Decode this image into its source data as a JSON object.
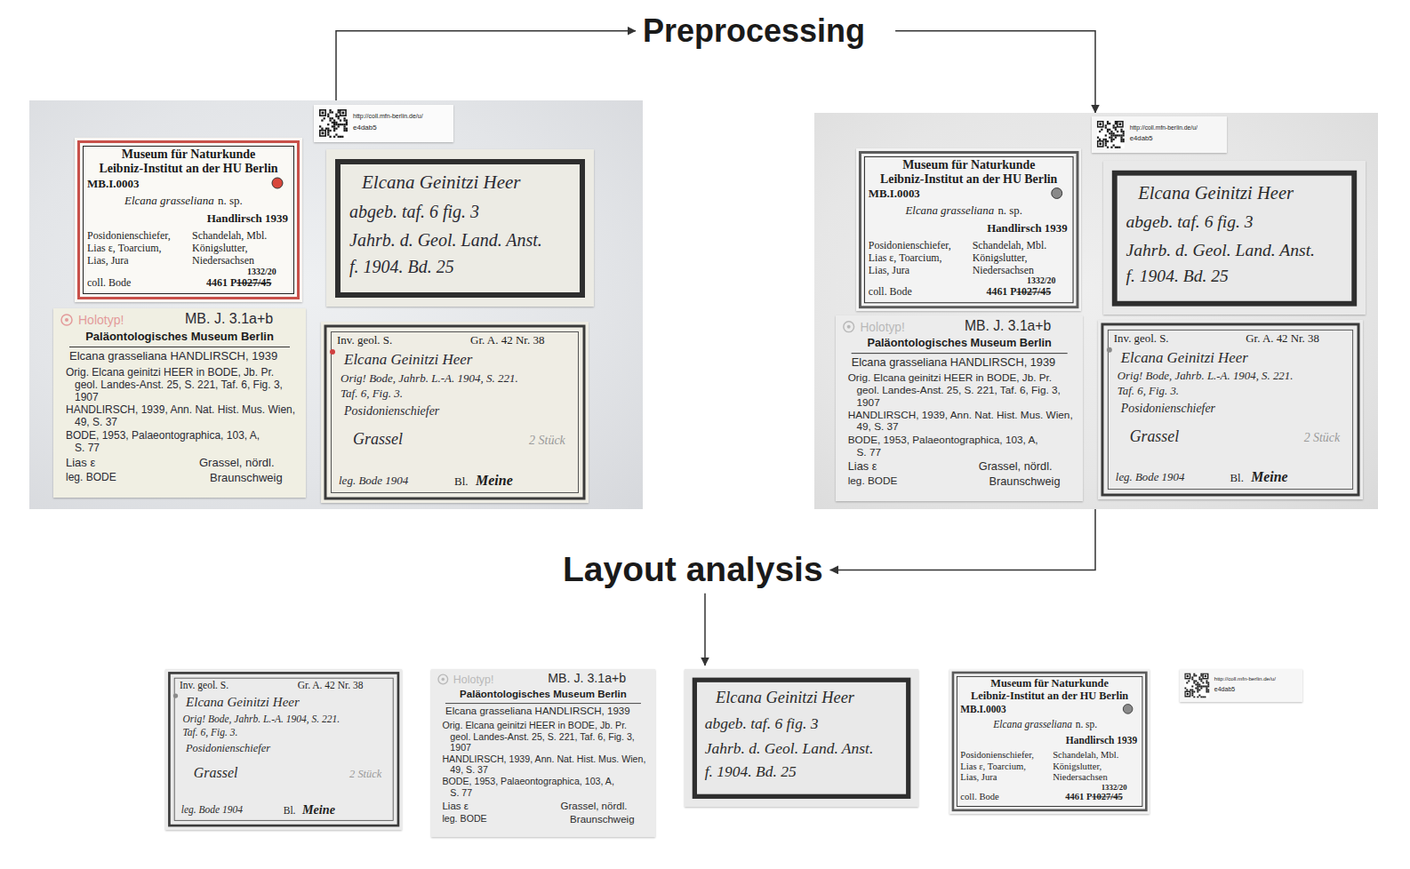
{
  "diagram": {
    "nodes": [
      {
        "text": []
      },
      {
        "text": [
          "http://coll.mfn-berlin.de/u/",
          "e4dab5"
        ],
        "in": 0
      },
      {
        "text": [
          "Museum für Naturkunde",
          "Leibniz-Institut an der HU Berlin",
          "MB.I.0003",
          "Elcana grasseliana",
          "n. sp.",
          "Handlirsch 1939",
          "Posidonienschiefer,",
          "Lias ε, Toarcium,",
          "Lias, Jura",
          "Schandelah, Mbl.",
          "Königslutter,",
          "Niedersachsen",
          "coll. Bode",
          "1332/20",
          "4461 P",
          "1027/45"
        ],
        "in": 0
      },
      {
        "text": [
          "Elcana Geinitzi Heer",
          "abgeb. taf. 6 fig. 3",
          "Jahrb. d. Geol. Land. Anst.",
          "f. 1904. Bd. 25"
        ],
        "in": 0
      },
      {
        "text": [
          "Holotyp!",
          "MB. J. 3.1a+b",
          "Paläontologisches Museum Berlin",
          "Elcana grasseliana HANDLIRSCH, 1939",
          "Orig. Elcana geinitzi HEER in BODE, Jb. Pr.",
          "geol. Landes-Anst. 25, S. 221, Taf. 6, Fig. 3,",
          "1907",
          "HANDLIRSCH, 1939, Ann. Nat. Hist. Mus. Wien,",
          "49, S. 37",
          "BODE, 1953, Palaeontographica, 103, A,",
          "S. 77",
          "Lias ε",
          "leg. BODE",
          "Grassel, nördl.",
          "Braunschweig"
        ],
        "in": 0
      },
      {
        "text": [
          "Inv. geol. S.",
          "Gr. A. 42 Nr. 38",
          "Elcana Geinitzi Heer",
          "Orig! Bode, Jahrb. L.-A. 1904, S. 221.",
          "Taf. 6, Fig. 3.",
          "Posidonienschiefer",
          "Grassel",
          "2 Stück",
          "leg. Bode 1904",
          "Bl.",
          "Meine"
        ],
        "in": 0
      },
      {
        "text": [
          "Preprocessing"
        ]
      },
      {
        "text": []
      },
      {
        "text": [
          "http://coll.mfn-berlin.de/u/",
          "e4dab5"
        ],
        "in": 7
      },
      {
        "text": [
          "Museum für Naturkunde",
          "Leibniz-Institut an der HU Berlin",
          "MB.I.0003",
          "Elcana grasseliana",
          "n. sp.",
          "Handlirsch 1939",
          "Posidonienschiefer,",
          "Lias ε, Toarcium,",
          "Lias, Jura",
          "Schandelah, Mbl.",
          "Königslutter,",
          "Niedersachsen",
          "coll. Bode",
          "1332/20",
          "4461 P",
          "1027/45"
        ],
        "in": 7
      },
      {
        "text": [
          "Elcana Geinitzi Heer",
          "abgeb. taf. 6 fig. 3",
          "Jahrb. d. Geol. Land. Anst.",
          "f. 1904. Bd. 25"
        ],
        "in": 7
      },
      {
        "text": [
          "Holotyp!",
          "MB. J. 3.1a+b",
          "Paläontologisches Museum Berlin",
          "Elcana grasseliana HANDLIRSCH, 1939",
          "Orig. Elcana geinitzi HEER in BODE, Jb. Pr.",
          "geol. Landes-Anst. 25, S. 221, Taf. 6, Fig. 3,",
          "1907",
          "HANDLIRSCH, 1939, Ann. Nat. Hist. Mus. Wien,",
          "49, S. 37",
          "BODE, 1953, Palaeontographica, 103, A,",
          "S. 77",
          "Lias ε",
          "leg. BODE",
          "Grassel, nördl.",
          "Braunschweig"
        ],
        "in": 7
      },
      {
        "text": [
          "Inv. geol. S.",
          "Gr. A. 42 Nr. 38",
          "Elcana Geinitzi Heer",
          "Orig! Bode, Jahrb. L.-A. 1904, S. 221.",
          "Taf. 6, Fig. 3.",
          "Posidonienschiefer",
          "Grassel",
          "2 Stück",
          "leg. Bode 1904",
          "Bl.",
          "Meine"
        ],
        "in": 7
      },
      {
        "text": [
          "Layout analysis"
        ]
      },
      {
        "text": [
          "Inv. geol. S.",
          "Gr. A. 42 Nr. 38",
          "Elcana Geinitzi Heer",
          "Orig! Bode, Jahrb. L.-A. 1904, S. 221.",
          "Taf. 6, Fig. 3.",
          "Posidonienschiefer",
          "Grassel",
          "2 Stück",
          "leg. Bode 1904",
          "Bl.",
          "Meine"
        ]
      },
      {
        "text": [
          "Holotyp!",
          "MB. J. 3.1a+b",
          "Paläontologisches Museum Berlin",
          "Elcana grasseliana HANDLIRSCH, 1939",
          "Orig. Elcana geinitzi HEER in BODE, Jb. Pr.",
          "geol. Landes-Anst. 25, S. 221, Taf. 6, Fig. 3,",
          "1907",
          "HANDLIRSCH, 1939, Ann. Nat. Hist. Mus. Wien,",
          "49, S. 37",
          "BODE, 1953, Palaeontographica, 103, A,",
          "S. 77",
          "Lias ε",
          "leg. BODE",
          "Grassel, nördl.",
          "Braunschweig"
        ]
      },
      {
        "text": [
          "Elcana Geinitzi Heer",
          "abgeb. taf. 6 fig. 3",
          "Jahrb. d. Geol. Land. Anst.",
          "f. 1904. Bd. 25"
        ]
      },
      {
        "text": [
          "Museum für Naturkunde",
          "Leibniz-Institut an der HU Berlin",
          "MB.I.0003",
          "Elcana grasseliana",
          "n. sp.",
          "Handlirsch 1939",
          "Posidonienschiefer,",
          "Lias ε, Toarcium,",
          "Lias, Jura",
          "Schandelah, Mbl.",
          "Königslutter,",
          "Niedersachsen",
          "coll. Bode",
          "1332/20",
          "4461 P",
          "1027/45"
        ]
      },
      {
        "text": [
          "http://coll.mfn-berlin.de/u/",
          "e4dab5"
        ]
      }
    ],
    "edges": [
      {
        "from": 0,
        "to": 6,
        "arrow": "to"
      },
      {
        "from": 6,
        "to": 7,
        "arrow": "to"
      },
      {
        "from": 7,
        "to": 13,
        "arrow": "to"
      },
      {
        "from": 13,
        "to": 16,
        "arrow": "to"
      }
    ]
  }
}
